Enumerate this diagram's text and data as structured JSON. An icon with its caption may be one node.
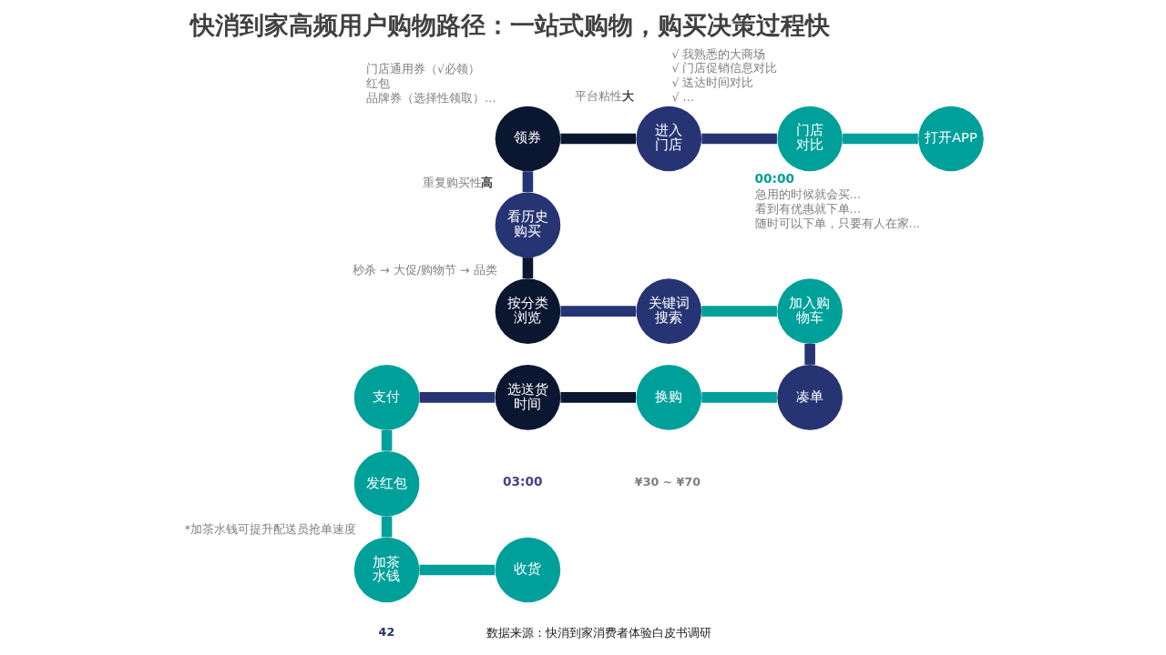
{
  "diagram": {
    "title": "快消到家高频用户购物路径：一站式购物，购买决策过程快",
    "caption": "数据来源：快消到家消费者体验白皮书调研",
    "nodes": [
      {
        "text": [
          "看历史购买"
        ],
        "beside": [
          "重复购买性**高**"
        ]
      },
      {
        "text": [
          "领券"
        ],
        "beside": [
          "门店通用券（√必领）",
          "红包",
          "品牌券（选择性领取）…"
        ]
      },
      {
        "text": [
          "进入门店"
        ],
        "beside": [
          "平台粘性**大**"
        ]
      },
      {
        "text": [
          "门店对比"
        ],
        "beside": [
          "√ 我熟悉的大商场",
          "√ 门店促销信息对比",
          "√ 送达时间对比",
          "√ …"
        ]
      },
      {
        "text": [
          "打开APP"
        ],
        "beside": [
          "00:00",
          "急用的时候就会买…",
          "看到有优惠就下单…",
          "随时可以下单，只要有人在家…"
        ]
      },
      {
        "text": [
          "按分类浏览"
        ],
        "beside": [
          "秒杀 → 大促/购物节 → 品类"
        ]
      },
      {
        "text": [
          "关键词搜索"
        ]
      },
      {
        "text": [
          "加入购物车"
        ]
      },
      {
        "text": [
          "支付"
        ]
      },
      {
        "text": [
          "选送货时间"
        ]
      },
      {
        "text": [
          "换购"
        ]
      },
      {
        "text": [
          "凑单"
        ]
      },
      {
        "text": [
          "发红包"
        ]
      },
      {
        "text": [
          "加茶水钱"
        ],
        "beside": [
          "*加茶水钱可提升配送员抢单速度"
        ]
      },
      {
        "text": [
          "收货"
        ]
      }
    ],
    "edges": [
      {
        "from": 1,
        "to": 0,
        "arrow": "none",
        "color": "#263473"
      },
      {
        "from": 1,
        "to": 2,
        "arrow": "none",
        "color": "#0b1630"
      },
      {
        "from": 2,
        "to": 3,
        "arrow": "none",
        "color": "#263473"
      },
      {
        "from": 3,
        "to": 4,
        "arrow": "none"
      },
      {
        "from": 0,
        "to": 5,
        "arrow": "none",
        "color": "#0b1630"
      },
      {
        "from": 5,
        "to": 6,
        "arrow": "none",
        "color": "#263473"
      },
      {
        "from": 6,
        "to": 7,
        "arrow": "none"
      },
      {
        "from": 7,
        "to": 11,
        "arrow": "none",
        "color": "#263473"
      },
      {
        "from": 8,
        "to": 9,
        "arrow": "none",
        "color": "#263473"
      },
      {
        "from": 9,
        "to": 10,
        "arrow": "none",
        "color": "#0b1630"
      },
      {
        "from": 10,
        "to": 11,
        "arrow": "none"
      },
      {
        "from": 8,
        "to": 12,
        "arrow": "none"
      },
      {
        "from": 12,
        "to": 13,
        "arrow": "none"
      },
      {
        "from": 13,
        "to": 14,
        "arrow": "none"
      }
    ],
    "labels": [
      "03:00",
      "¥30 ~ ¥70",
      "42"
    ]
  }
}
